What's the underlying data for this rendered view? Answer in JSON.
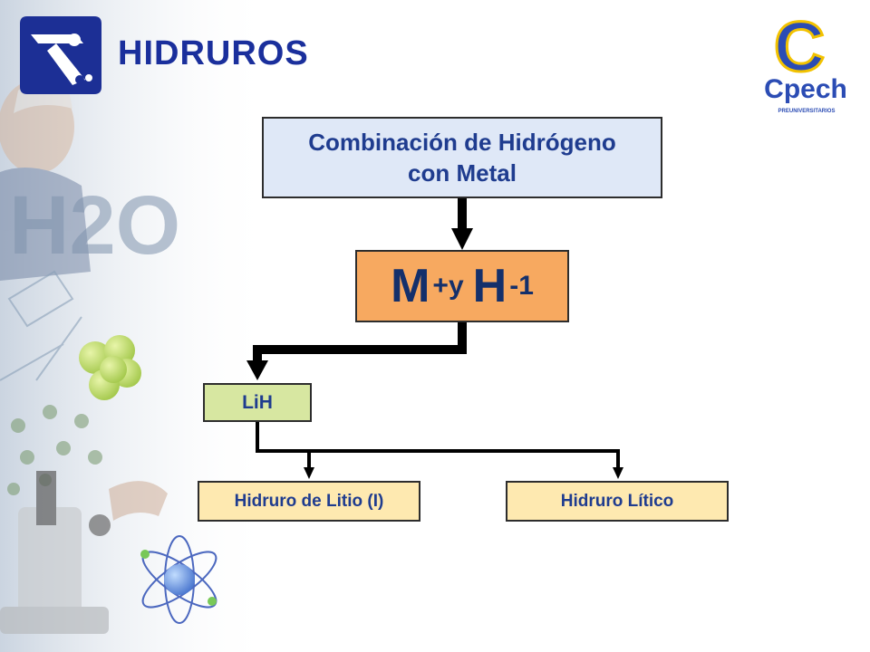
{
  "slide": {
    "title": "HIDRUROS",
    "logo": {
      "letter": "C",
      "brand": "Cpech",
      "tagline": "PREUNIVERSITARIOS"
    },
    "bg_watermark": "H2O"
  },
  "diagram": {
    "root": "Combinación de Hidrógeno con Metal",
    "root_line1": "Combinación de Hidrógeno",
    "root_line2": "con Metal",
    "formula": {
      "metal": "M",
      "metal_charge": "+y",
      "hydrogen": "H",
      "hydrogen_charge": "-1"
    },
    "example": "LiH",
    "names": [
      "Hidruro de Litio (I)",
      "Hidruro Lítico"
    ]
  },
  "colors": {
    "title": "#1a2f9c",
    "root_fill": "#dfe8f7",
    "formula_fill": "#f7a960",
    "example_fill": "#d7e7a1",
    "name_fill": "#fee9b0"
  }
}
